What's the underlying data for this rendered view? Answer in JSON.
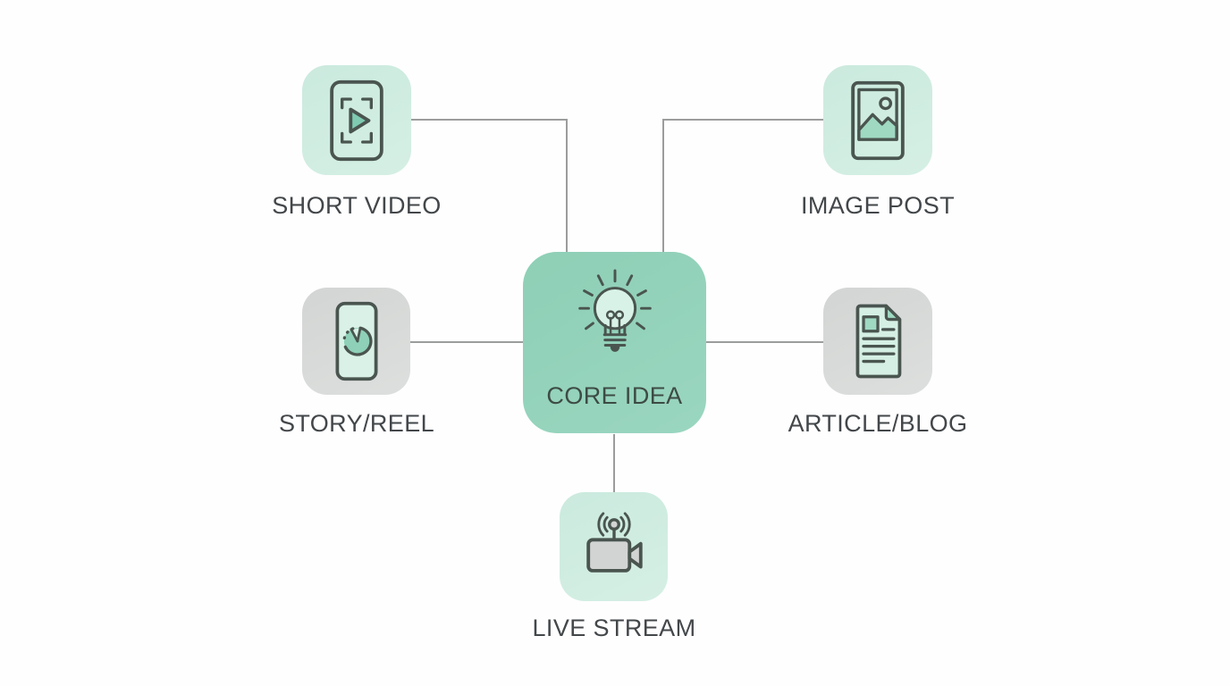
{
  "diagram": {
    "center": {
      "label": "CORE IDEA",
      "icon": "lightbulb-icon"
    },
    "nodes": [
      {
        "id": "short-video",
        "label": "SHORT VIDEO",
        "icon": "phone-play-icon",
        "tone": "mint"
      },
      {
        "id": "image-post",
        "label": "IMAGE POST",
        "icon": "photo-icon",
        "tone": "mint"
      },
      {
        "id": "story-reel",
        "label": "STORY/REEL",
        "icon": "phone-timer-icon",
        "tone": "gray"
      },
      {
        "id": "article-blog",
        "label": "ARTICLE/BLOG",
        "icon": "document-icon",
        "tone": "gray"
      },
      {
        "id": "live-stream",
        "label": "LIVE STREAM",
        "icon": "video-camera-icon",
        "tone": "mint"
      }
    ],
    "colors": {
      "background": "#fefefe",
      "center_fill": "#8ecfb6",
      "center_fill_light": "#9ad6c0",
      "mint_fill": "#cbeade",
      "mint_fill_light": "#d5efe4",
      "gray_fill": "#d3d5d4",
      "gray_fill_light": "#dddfde",
      "stroke": "#4a5550",
      "teal_accent": "#7ecbb1",
      "screen_fill": "#d9f1e6",
      "deep_mint": "#9fd9c2",
      "bulb_fill": "#d8f2e7",
      "doc_fill": "#d5efe4",
      "gray_icon_fill": "#d2d4d3",
      "timer_fill": "#8ed0b8",
      "connector": "#9b9d9c",
      "label_text": "#43474a",
      "center_text": "#3d4b45"
    }
  }
}
